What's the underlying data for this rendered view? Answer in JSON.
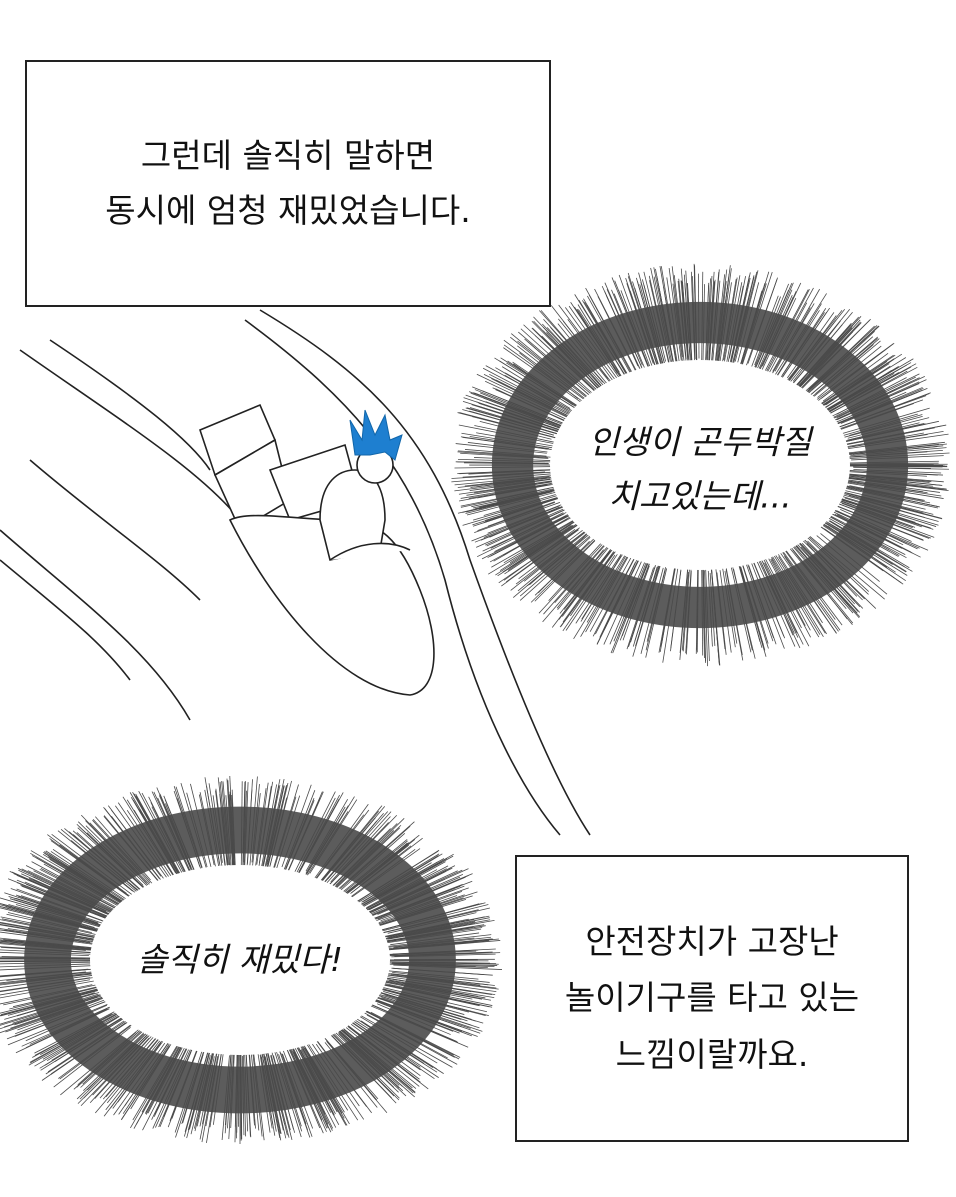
{
  "caption_top": {
    "lines": [
      "그런데 솔직히 말하면",
      "동시에 엄청 재밌었습니다."
    ]
  },
  "burst_right": {
    "lines": [
      "인생이 곤두박질",
      "치고있는데..."
    ]
  },
  "burst_left": {
    "lines": [
      "솔직히 재밌다!"
    ]
  },
  "caption_bottom": {
    "lines": [
      "안전장치가 고장난",
      "놀이기구를 타고 있는",
      "느낌이랄까요."
    ]
  },
  "colors": {
    "burst": "#4a4a4a",
    "hair": "#1e7fd0",
    "ink": "#222222"
  }
}
